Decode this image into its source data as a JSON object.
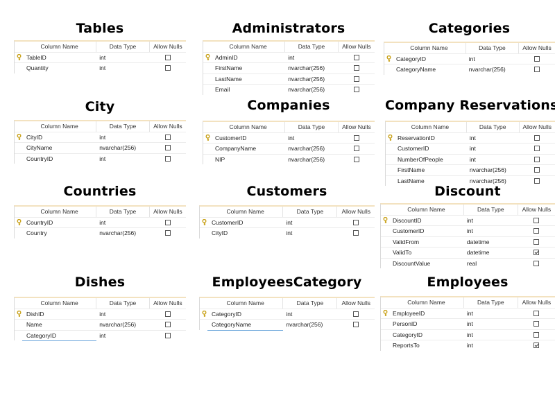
{
  "headers": {
    "column_name": "Column Name",
    "data_type": "Data Type",
    "allow_nulls": "Allow Nulls"
  },
  "tables": [
    {
      "title": "Tables",
      "rows": [
        {
          "name": "TableID",
          "type": "int",
          "pk": true,
          "nulls": false
        },
        {
          "name": "Quantity",
          "type": "int",
          "pk": false,
          "nulls": false
        }
      ]
    },
    {
      "title": "Administrators",
      "rows": [
        {
          "name": "AdminID",
          "type": "int",
          "pk": true,
          "nulls": false
        },
        {
          "name": "FirstName",
          "type": "nvarchar(256)",
          "pk": false,
          "nulls": false
        },
        {
          "name": "LastName",
          "type": "nvarchar(256)",
          "pk": false,
          "nulls": false
        },
        {
          "name": "Email",
          "type": "nvarchar(256)",
          "pk": false,
          "nulls": false
        }
      ]
    },
    {
      "title": "Categories",
      "rows": [
        {
          "name": "CategoryID",
          "type": "int",
          "pk": true,
          "nulls": false
        },
        {
          "name": "CategoryName",
          "type": "nvarchar(256)",
          "pk": false,
          "nulls": false
        }
      ]
    },
    {
      "title": "City",
      "rows": [
        {
          "name": "CityID",
          "type": "int",
          "pk": true,
          "nulls": false
        },
        {
          "name": "CityName",
          "type": "nvarchar(256)",
          "pk": false,
          "nulls": false
        },
        {
          "name": "CountryID",
          "type": "int",
          "pk": false,
          "nulls": false
        }
      ]
    },
    {
      "title": "Companies",
      "rows": [
        {
          "name": "CustomerID",
          "type": "int",
          "pk": true,
          "nulls": false
        },
        {
          "name": "CompanyName",
          "type": "nvarchar(256)",
          "pk": false,
          "nulls": false
        },
        {
          "name": "NIP",
          "type": "nvarchar(256)",
          "pk": false,
          "nulls": false
        }
      ]
    },
    {
      "title": "Company Reservations",
      "rows": [
        {
          "name": "ReservationID",
          "type": "int",
          "pk": true,
          "nulls": false
        },
        {
          "name": "CustomerID",
          "type": "int",
          "pk": false,
          "nulls": false
        },
        {
          "name": "NumberOfPeople",
          "type": "int",
          "pk": false,
          "nulls": false
        },
        {
          "name": "FirstName",
          "type": "nvarchar(256)",
          "pk": false,
          "nulls": false
        },
        {
          "name": "LastName",
          "type": "nvarchar(256)",
          "pk": false,
          "nulls": false
        }
      ]
    },
    {
      "title": "Countries",
      "rows": [
        {
          "name": "CountryID",
          "type": "int",
          "pk": true,
          "nulls": false
        },
        {
          "name": "Country",
          "type": "nvarchar(256)",
          "pk": false,
          "nulls": false
        }
      ]
    },
    {
      "title": "Customers",
      "rows": [
        {
          "name": "CustomerID",
          "type": "int",
          "pk": true,
          "nulls": false
        },
        {
          "name": "CityID",
          "type": "int",
          "pk": false,
          "nulls": false
        }
      ]
    },
    {
      "title": "Discount",
      "rows": [
        {
          "name": "DiscountID",
          "type": "int",
          "pk": true,
          "nulls": false
        },
        {
          "name": "CustomerID",
          "type": "int",
          "pk": false,
          "nulls": false
        },
        {
          "name": "ValidFrom",
          "type": "datetime",
          "pk": false,
          "nulls": false
        },
        {
          "name": "ValidTo",
          "type": "datetime",
          "pk": false,
          "nulls": true
        },
        {
          "name": "DiscountValue",
          "type": "real",
          "pk": false,
          "nulls": false
        }
      ]
    },
    {
      "title": "Dishes",
      "rows": [
        {
          "name": "DishID",
          "type": "int",
          "pk": true,
          "nulls": false
        },
        {
          "name": "Name",
          "type": "nvarchar(256)",
          "pk": false,
          "nulls": false
        },
        {
          "name": "CategoryID",
          "type": "int",
          "pk": false,
          "nulls": false
        }
      ]
    },
    {
      "title": "EmployeesCategory",
      "rows": [
        {
          "name": "CategoryID",
          "type": "int",
          "pk": true,
          "nulls": false
        },
        {
          "name": "CategoryName",
          "type": "nvarchar(256)",
          "pk": false,
          "nulls": false
        }
      ]
    },
    {
      "title": "Employees",
      "rows": [
        {
          "name": "EmployeeID",
          "type": "int",
          "pk": true,
          "nulls": false
        },
        {
          "name": "PersonID",
          "type": "int",
          "pk": false,
          "nulls": false
        },
        {
          "name": "CategoryID",
          "type": "int",
          "pk": false,
          "nulls": false
        },
        {
          "name": "ReportsTo",
          "type": "int",
          "pk": false,
          "nulls": true
        }
      ]
    }
  ],
  "colors": {
    "key_icon": "#c9a21a",
    "grid_top_border": "#f3e2c0"
  }
}
